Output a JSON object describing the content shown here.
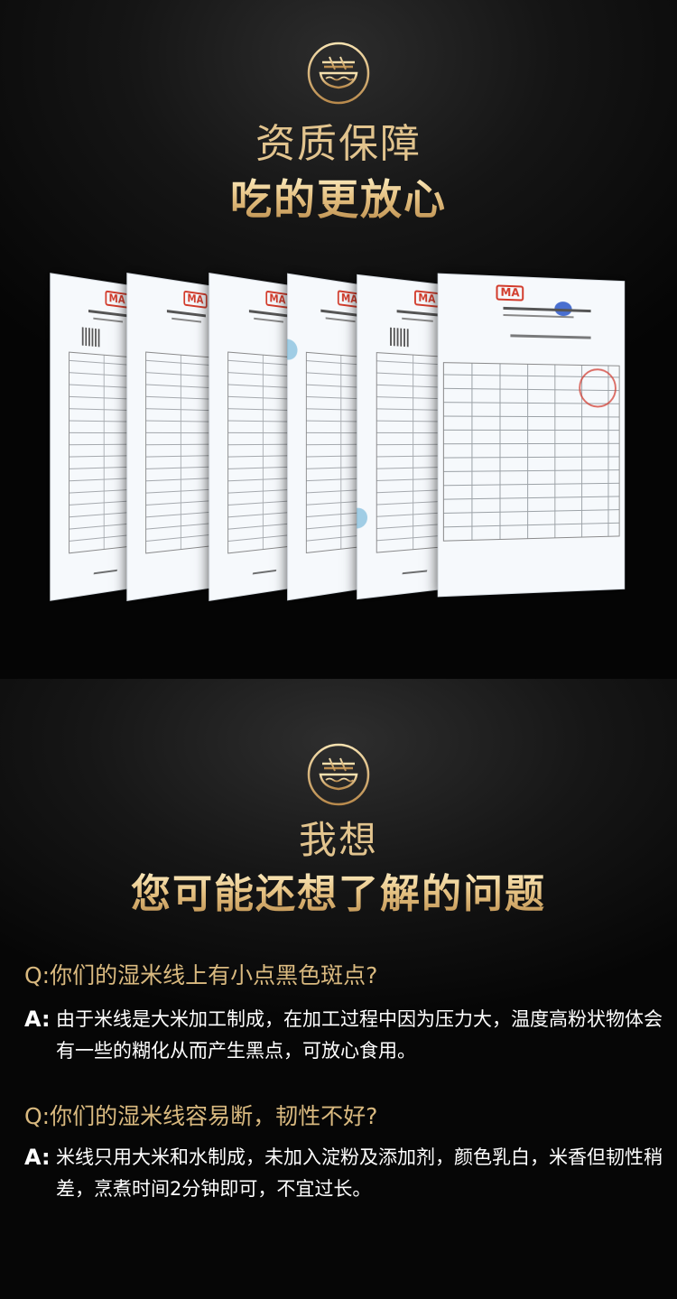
{
  "qualification": {
    "title": "资质保障",
    "subtitle": "吃的更放心"
  },
  "brand": {
    "logo_icon": "noodle-bowl-icon",
    "gold": "#e2c48e"
  },
  "certificates": {
    "ma_mark": "MA",
    "count": 6
  },
  "faq_section": {
    "title": "我想",
    "subtitle": "您可能还想了解的问题",
    "items": [
      {
        "question": "Q:你们的湿米线上有小点黑色斑点?",
        "answer_mark": "A:",
        "answer": "由于米线是大米加工制成，在加工过程中因为压力大，温度高粉状物体会有一些的糊化从而产生黑点，可放心食用。"
      },
      {
        "question": "Q:你们的湿米线容易断，韧性不好?",
        "answer_mark": "A:",
        "answer": "米线只用大米和水制成，未加入淀粉及添加剂，颜色乳白，米香但韧性稍差，烹煮时间2分钟即可，不宜过长。"
      }
    ]
  }
}
